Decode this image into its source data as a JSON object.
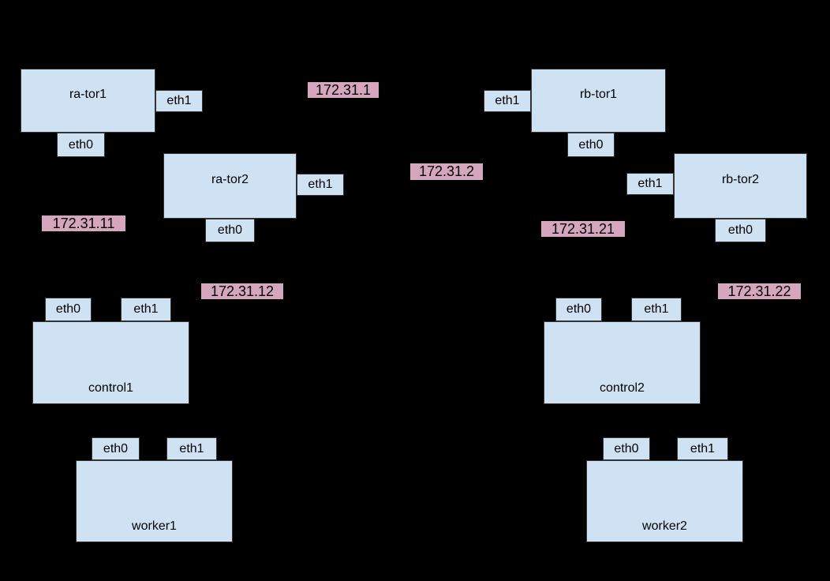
{
  "diagram": {
    "type": "network-topology",
    "colors": {
      "background": "#000000",
      "node_fill": "#cfe2f3",
      "node_border": "#333333",
      "ip_label_fill": "#d5a6bd",
      "text": "#000000"
    },
    "nodes": {
      "ra_tor1": {
        "label": "ra-tor1",
        "ports": {
          "eth0": "eth0",
          "eth1": "eth1"
        }
      },
      "ra_tor2": {
        "label": "ra-tor2",
        "ports": {
          "eth0": "eth0",
          "eth1": "eth1"
        }
      },
      "rb_tor1": {
        "label": "rb-tor1",
        "ports": {
          "eth0": "eth0",
          "eth1": "eth1"
        }
      },
      "rb_tor2": {
        "label": "rb-tor2",
        "ports": {
          "eth0": "eth0",
          "eth1": "eth1"
        }
      },
      "control1": {
        "label": "control1",
        "ports": {
          "eth0": "eth0",
          "eth1": "eth1"
        }
      },
      "control2": {
        "label": "control2",
        "ports": {
          "eth0": "eth0",
          "eth1": "eth1"
        }
      },
      "worker1": {
        "label": "worker1",
        "ports": {
          "eth0": "eth0",
          "eth1": "eth1"
        }
      },
      "worker2": {
        "label": "worker2",
        "ports": {
          "eth0": "eth0",
          "eth1": "eth1"
        }
      }
    },
    "ip_labels": {
      "ip_172_31_1": "172.31.1",
      "ip_172_31_2": "172.31.2",
      "ip_172_31_11": "172.31.11",
      "ip_172_31_12": "172.31.12",
      "ip_172_31_21": "172.31.21",
      "ip_172_31_22": "172.31.22"
    }
  }
}
